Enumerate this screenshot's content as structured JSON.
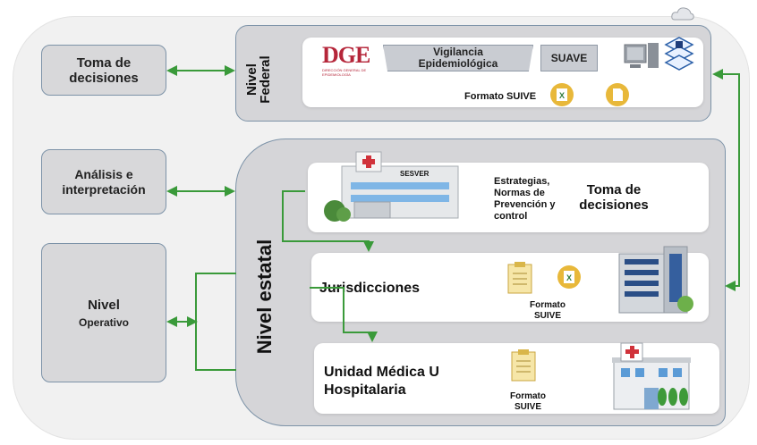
{
  "left": {
    "toma": "Toma de decisiones",
    "analisis": "Análisis e interpretación",
    "nivel": "Nivel",
    "operativo": "Operativo"
  },
  "federal": {
    "label_line1": "Nivel",
    "label_line2": "Federal",
    "logo_text": "DGE",
    "logo_sub": "DIRECCIÓN GENERAL DE EPIDEMIOLOGÍA",
    "vigilancia": "Vigilancia Epidemiológica",
    "suave": "SUAVE",
    "formato": "Formato SUIVE"
  },
  "estatal": {
    "label": "Nivel estatal",
    "sesver": "SESVER",
    "estrategias": "Estrategias, Normas de Prevención y control",
    "toma": "Toma de decisiones",
    "jurisdicciones": "Jurisdicciones",
    "formato_j": "Formato SUIVE",
    "unidad": "Unidad Médica U Hospitalaria",
    "formato_u": "Formato SUIVE"
  },
  "colors": {
    "arrow": "#3a9a3a",
    "box_border": "#7d93a8",
    "logo": "#b5263a"
  }
}
